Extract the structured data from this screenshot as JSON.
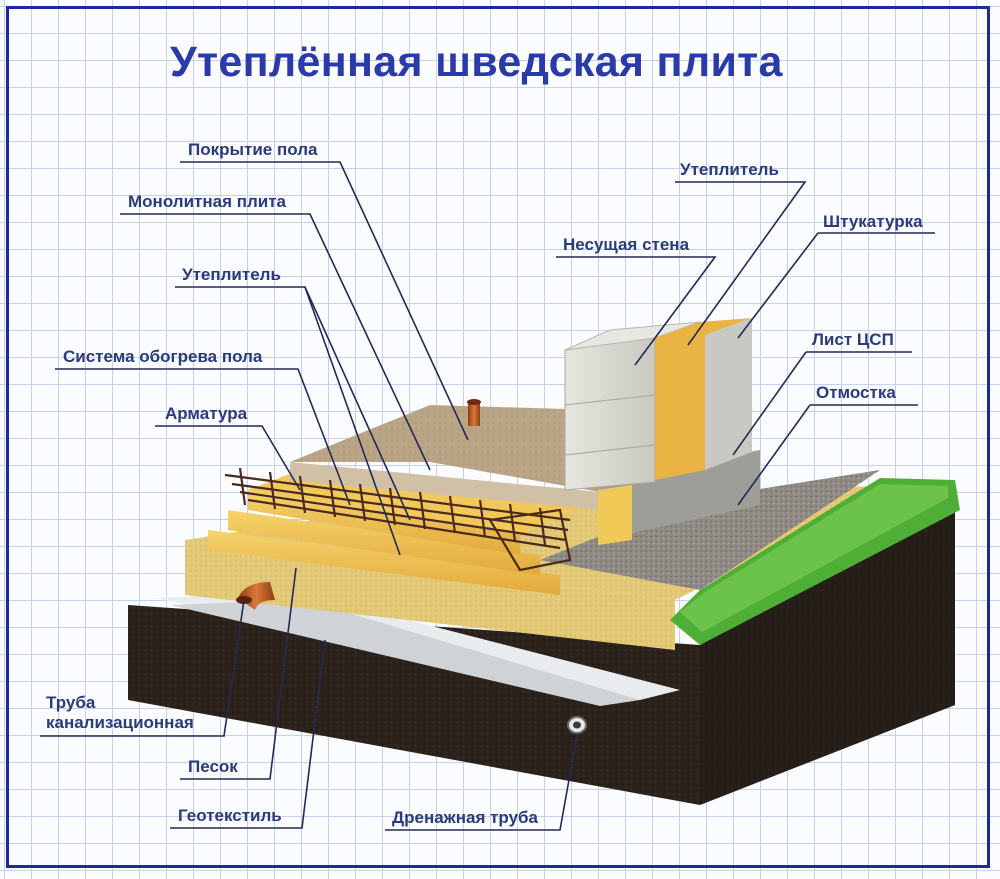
{
  "title": "Утеплённая шведская плита",
  "labels": {
    "floor_covering": "Покрытие пола",
    "monolithic_slab": "Монолитная плита",
    "insulation_left": "Утеплитель",
    "floor_heating": "Система обогрева пола",
    "rebar": "Арматура",
    "insulation_right": "Утеплитель",
    "plaster": "Штукатурка",
    "bearing_wall": "Несущая стена",
    "csp_sheet": "Лист ЦСП",
    "blind_area": "Отмостка",
    "sewer_pipe_line1": "Труба",
    "sewer_pipe_line2": "канализационная",
    "sand": "Песок",
    "geotextile": "Геотекстиль",
    "drain_pipe": "Дренажная труба"
  },
  "colors": {
    "title": "#2a3aa8",
    "label_text": "#2b3a78",
    "leader_line": "#222a55",
    "grid": "#c7d0ec",
    "frame": "#1e2a9a",
    "soil": "#2b221c",
    "sand": "#e8cf7e",
    "insulation": "#f0c24e",
    "concrete": "#b8a488",
    "wall_block": "#d6d6cf",
    "gravel": "#8f8a84",
    "grass": "#4fae36",
    "pipe": "#c9652a"
  }
}
